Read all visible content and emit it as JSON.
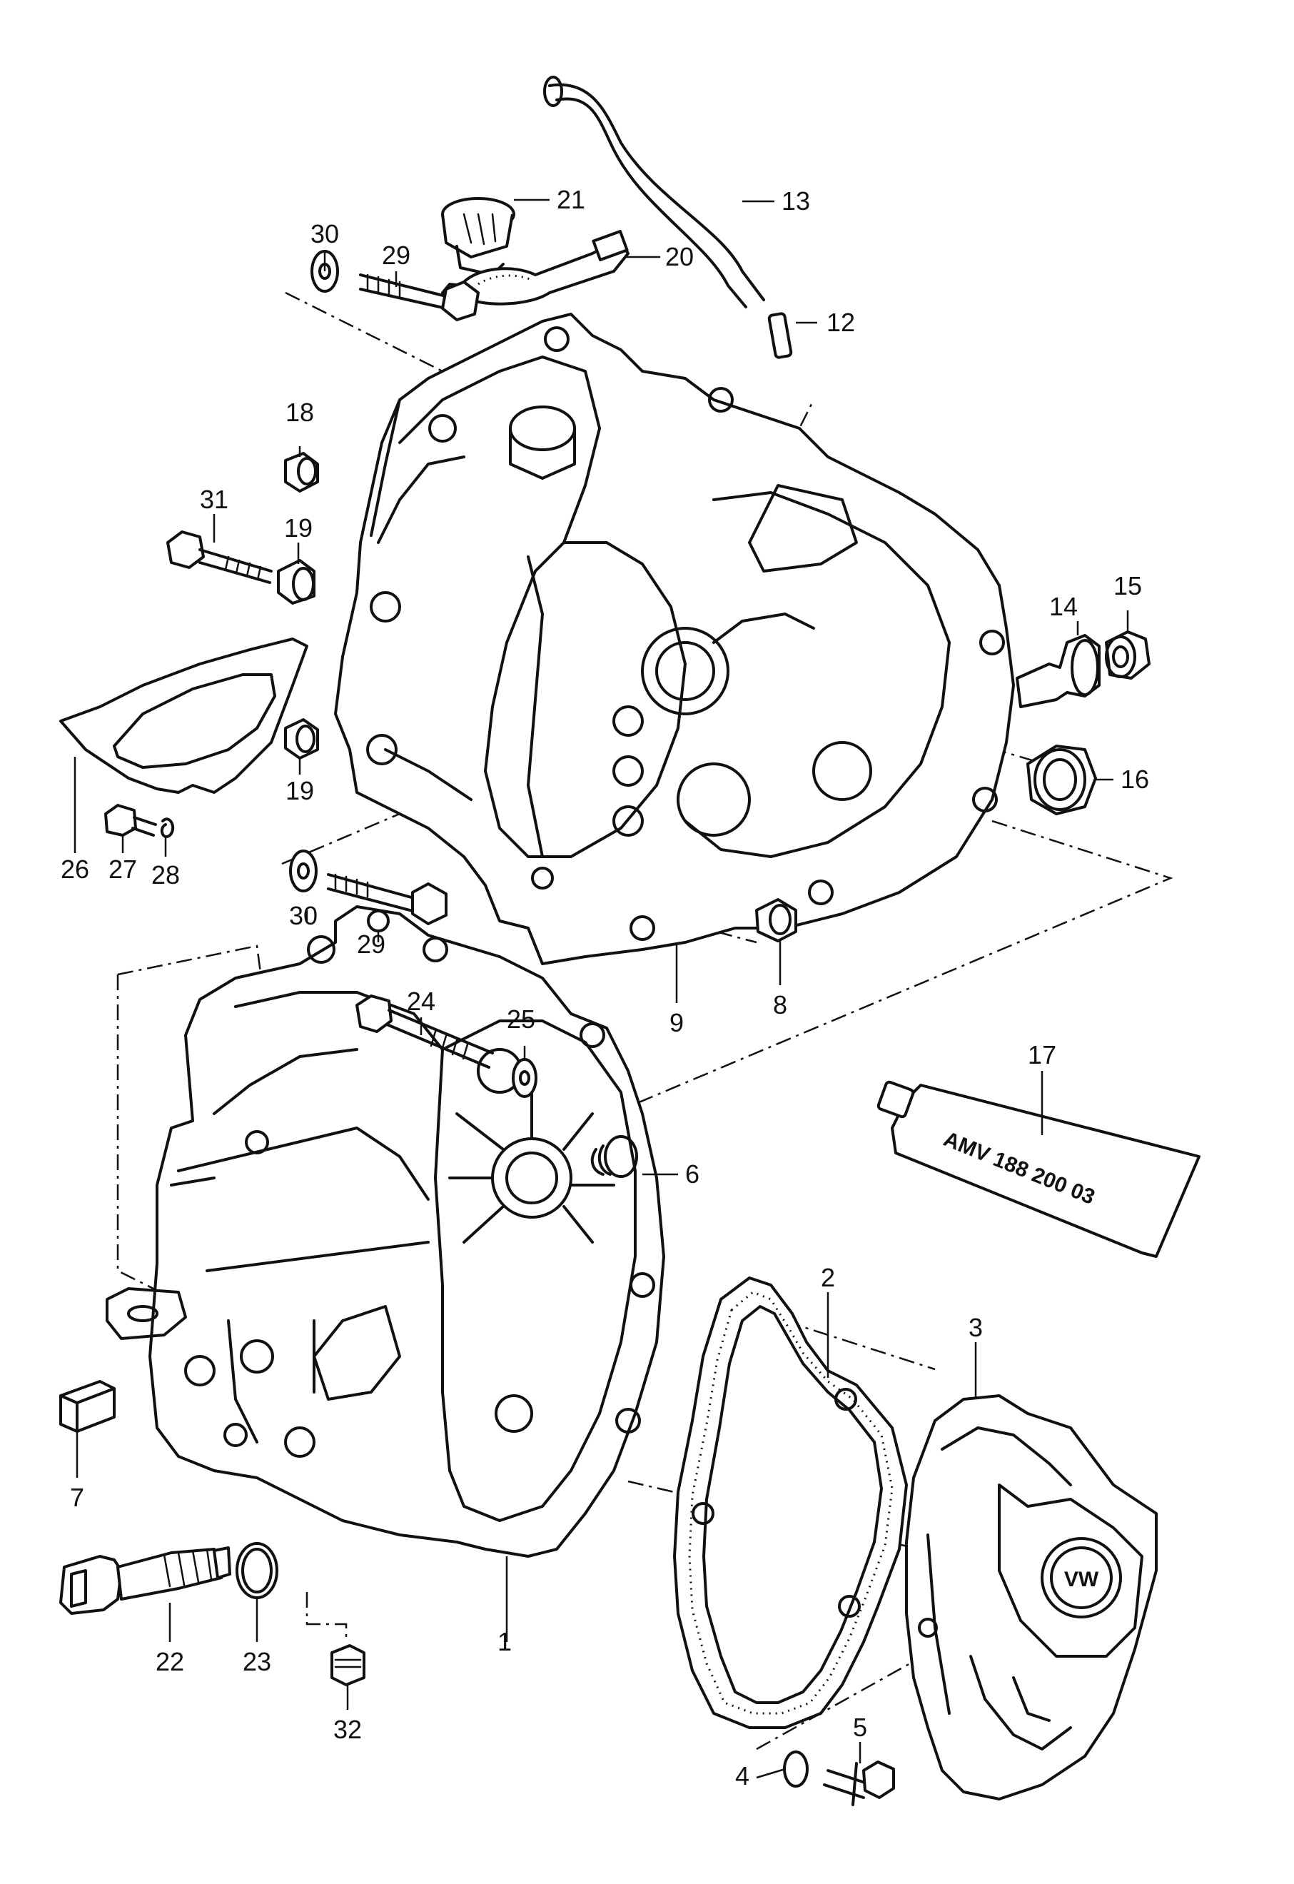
{
  "diagram": {
    "callouts": [
      {
        "id": "1",
        "label": "1"
      },
      {
        "id": "2",
        "label": "2"
      },
      {
        "id": "3",
        "label": "3"
      },
      {
        "id": "4",
        "label": "4"
      },
      {
        "id": "5",
        "label": "5"
      },
      {
        "id": "6",
        "label": "6"
      },
      {
        "id": "7",
        "label": "7"
      },
      {
        "id": "8",
        "label": "8"
      },
      {
        "id": "9",
        "label": "9"
      },
      {
        "id": "12",
        "label": "12"
      },
      {
        "id": "13",
        "label": "13"
      },
      {
        "id": "14",
        "label": "14"
      },
      {
        "id": "15",
        "label": "15"
      },
      {
        "id": "16",
        "label": "16"
      },
      {
        "id": "17",
        "label": "17"
      },
      {
        "id": "18",
        "label": "18"
      },
      {
        "id": "19a",
        "label": "19"
      },
      {
        "id": "19b",
        "label": "19"
      },
      {
        "id": "20",
        "label": "20"
      },
      {
        "id": "21",
        "label": "21"
      },
      {
        "id": "22",
        "label": "22"
      },
      {
        "id": "23",
        "label": "23"
      },
      {
        "id": "24",
        "label": "24"
      },
      {
        "id": "25",
        "label": "25"
      },
      {
        "id": "26",
        "label": "26"
      },
      {
        "id": "27",
        "label": "27"
      },
      {
        "id": "28",
        "label": "28"
      },
      {
        "id": "29a",
        "label": "29"
      },
      {
        "id": "29b",
        "label": "29"
      },
      {
        "id": "30a",
        "label": "30"
      },
      {
        "id": "30b",
        "label": "30"
      },
      {
        "id": "31",
        "label": "31"
      },
      {
        "id": "32",
        "label": "32"
      }
    ],
    "sealant_tube_text": "AMV 188 200 03",
    "logo": "VW"
  }
}
